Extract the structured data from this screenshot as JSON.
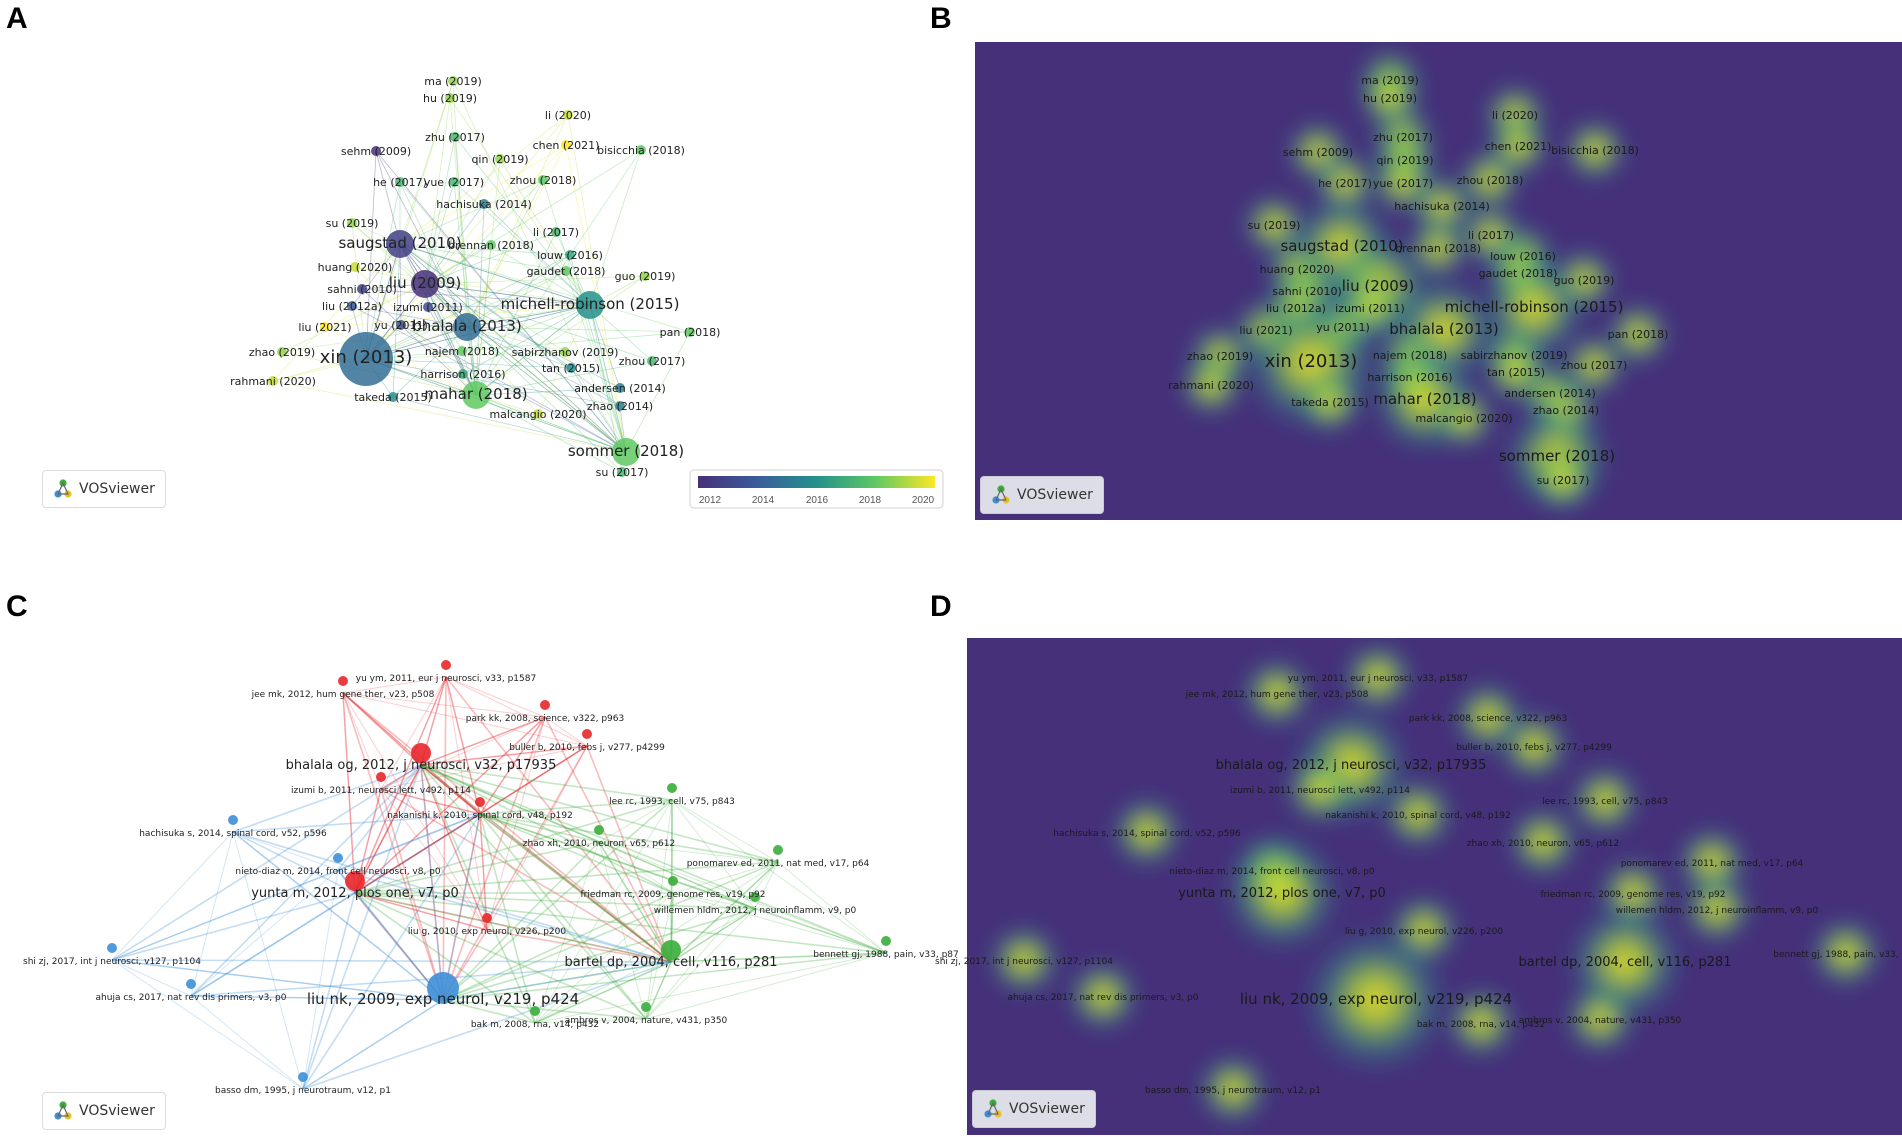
{
  "panels": [
    {
      "letter": "A",
      "kind": "overlay"
    },
    {
      "letter": "B",
      "kind": "density"
    },
    {
      "letter": "C",
      "kind": "cluster"
    },
    {
      "letter": "D",
      "kind": "density"
    }
  ],
  "brand": {
    "name": "VOSviewer",
    "icon": "vosviewer-logo-icon"
  },
  "colorbar": {
    "ticks": [
      "2012",
      "2014",
      "2016",
      "2018",
      "2020"
    ]
  },
  "colors": {
    "density_bg": "#46307a",
    "red": "#e8262a",
    "green": "#3aad3a",
    "blue": "#3d8fd8"
  },
  "top_nodes": [
    {
      "label": "ma (2019)",
      "size": "s",
      "year": 2019
    },
    {
      "label": "hu (2019)",
      "size": "s",
      "year": 2019
    },
    {
      "label": "li (2020)",
      "size": "s",
      "year": 2020
    },
    {
      "label": "zhu (2017)",
      "size": "s",
      "year": 2017
    },
    {
      "label": "chen (2021)",
      "size": "s",
      "year": 2021
    },
    {
      "label": "bisicchia (2018)",
      "size": "s",
      "year": 2018
    },
    {
      "label": "sehm (2009)",
      "size": "s",
      "year": 2009
    },
    {
      "label": "qin (2019)",
      "size": "s",
      "year": 2019
    },
    {
      "label": "he (2017)",
      "size": "s",
      "year": 2017
    },
    {
      "label": "yue (2017)",
      "size": "s",
      "year": 2017
    },
    {
      "label": "zhou (2018)",
      "size": "s",
      "year": 2018
    },
    {
      "label": "hachisuka (2014)",
      "size": "s",
      "year": 2014
    },
    {
      "label": "su (2019)",
      "size": "s",
      "year": 2019
    },
    {
      "label": "li (2017)",
      "size": "s",
      "year": 2017
    },
    {
      "label": "saugstad (2010)",
      "size": "m",
      "year": 2010
    },
    {
      "label": "brennan (2018)",
      "size": "s",
      "year": 2018
    },
    {
      "label": "louw (2016)",
      "size": "s",
      "year": 2016
    },
    {
      "label": "huang (2020)",
      "size": "s",
      "year": 2020
    },
    {
      "label": "gaudet (2018)",
      "size": "s",
      "year": 2018
    },
    {
      "label": "guo (2019)",
      "size": "s",
      "year": 2019
    },
    {
      "label": "liu (2009)",
      "size": "m",
      "year": 2009
    },
    {
      "label": "sahni (2010)",
      "size": "s",
      "year": 2010
    },
    {
      "label": "liu (2012a)",
      "size": "s",
      "year": 2012
    },
    {
      "label": "izumi (2011)",
      "size": "s",
      "year": 2011
    },
    {
      "label": "michell-robinson (2015)",
      "size": "m",
      "year": 2015
    },
    {
      "label": "liu (2021)",
      "size": "s",
      "year": 2021
    },
    {
      "label": "yu (2011)",
      "size": "s",
      "year": 2011
    },
    {
      "label": "bhalala (2013)",
      "size": "m",
      "year": 2013
    },
    {
      "label": "pan (2018)",
      "size": "s",
      "year": 2018
    },
    {
      "label": "zhao (2019)",
      "size": "s",
      "year": 2019
    },
    {
      "label": "xin (2013)",
      "size": "l",
      "year": 2013
    },
    {
      "label": "najem (2018)",
      "size": "s",
      "year": 2018
    },
    {
      "label": "sabirzhanov (2019)",
      "size": "s",
      "year": 2019
    },
    {
      "label": "zhou (2017)",
      "size": "s",
      "year": 2017
    },
    {
      "label": "rahmani (2020)",
      "size": "s",
      "year": 2020
    },
    {
      "label": "harrison (2016)",
      "size": "s",
      "year": 2016
    },
    {
      "label": "tan (2015)",
      "size": "s",
      "year": 2015
    },
    {
      "label": "andersen (2014)",
      "size": "s",
      "year": 2014
    },
    {
      "label": "takeda (2015)",
      "size": "s",
      "year": 2015
    },
    {
      "label": "mahar (2018)",
      "size": "m",
      "year": 2018
    },
    {
      "label": "zhao (2014)",
      "size": "s",
      "year": 2014
    },
    {
      "label": "malcangio (2020)",
      "size": "s",
      "year": 2020
    },
    {
      "label": "sommer (2018)",
      "size": "m",
      "year": 2018
    },
    {
      "label": "su (2017)",
      "size": "s",
      "year": 2017
    }
  ],
  "bottom_nodes": [
    {
      "label": "yu ym, 2011, eur j neurosci, v33, p1587",
      "size": "s",
      "cluster": "red"
    },
    {
      "label": "jee mk, 2012, hum gene ther, v23, p508",
      "size": "s",
      "cluster": "red"
    },
    {
      "label": "park kk, 2008, science, v322, p963",
      "size": "s",
      "cluster": "red"
    },
    {
      "label": "buller b, 2010, febs j, v277, p4299",
      "size": "s",
      "cluster": "red"
    },
    {
      "label": "bhalala og, 2012, j neurosci, v32, p17935",
      "size": "m",
      "cluster": "red"
    },
    {
      "label": "izumi b, 2011, neurosci lett, v492, p114",
      "size": "s",
      "cluster": "red"
    },
    {
      "label": "lee rc, 1993, cell, v75, p843",
      "size": "s",
      "cluster": "green"
    },
    {
      "label": "nakanishi k, 2010, spinal cord, v48, p192",
      "size": "s",
      "cluster": "red"
    },
    {
      "label": "hachisuka s, 2014, spinal cord, v52, p596",
      "size": "s",
      "cluster": "blue"
    },
    {
      "label": "zhao xh, 2010, neuron, v65, p612",
      "size": "s",
      "cluster": "green"
    },
    {
      "label": "ponomarev ed, 2011, nat med, v17, p64",
      "size": "s",
      "cluster": "green"
    },
    {
      "label": "nieto-diaz m, 2014, front cell neurosci, v8, p0",
      "size": "s",
      "cluster": "blue"
    },
    {
      "label": "yunta m, 2012, plos one, v7, p0",
      "size": "m",
      "cluster": "red"
    },
    {
      "label": "friedman rc, 2009, genome res, v19, p92",
      "size": "s",
      "cluster": "green"
    },
    {
      "label": "willemen hldm, 2012, j neuroinflamm, v9, p0",
      "size": "s",
      "cluster": "green"
    },
    {
      "label": "liu g, 2010, exp neurol, v226, p200",
      "size": "s",
      "cluster": "red"
    },
    {
      "label": "bennett gj, 1988, pain, v33, p87",
      "size": "s",
      "cluster": "green"
    },
    {
      "label": "shi zj, 2017, int j neurosci, v127, p1104",
      "size": "s",
      "cluster": "blue"
    },
    {
      "label": "bartel dp, 2004, cell, v116, p281",
      "size": "m",
      "cluster": "green"
    },
    {
      "label": "ahuja cs, 2017, nat rev dis primers, v3, p0",
      "size": "s",
      "cluster": "blue"
    },
    {
      "label": "liu nk, 2009, exp neurol, v219, p424",
      "size": "l",
      "cluster": "blue"
    },
    {
      "label": "bak m, 2008, rna, v14, p432",
      "size": "s",
      "cluster": "green"
    },
    {
      "label": "ambros v, 2004, nature, v431, p350",
      "size": "s",
      "cluster": "green"
    },
    {
      "label": "basso dm, 1995, j neurotraum, v12, p1",
      "size": "s",
      "cluster": "blue"
    }
  ]
}
